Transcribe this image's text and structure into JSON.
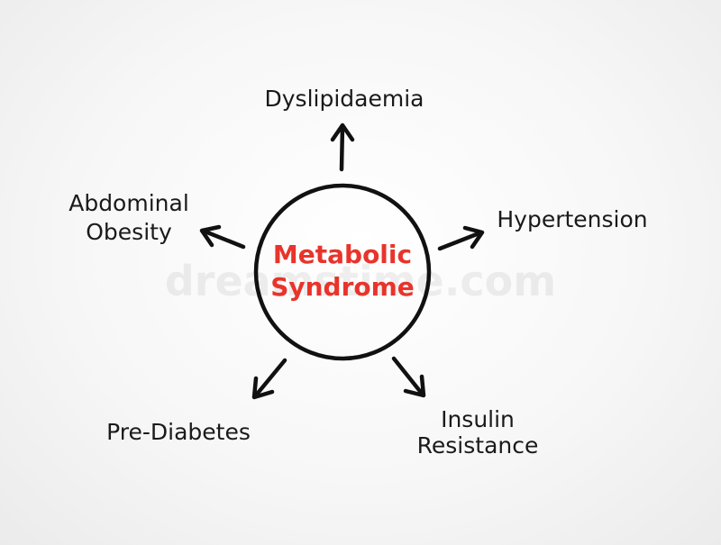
{
  "center": {
    "line1": "Metabolic",
    "line2": "Syndrome",
    "color": "#e8342b"
  },
  "nodes": {
    "top": "Dyslipidaemia",
    "left_line1": "Abdominal",
    "left_line2": "Obesity",
    "right": "Hypertension",
    "bottom_left": "Pre-Diabetes",
    "bottom_right_line1": "Insulin",
    "bottom_right_line2": "Resistance"
  },
  "watermark": "dreamstime.com",
  "colors": {
    "text": "#1a1a1a",
    "stroke": "#111111"
  }
}
